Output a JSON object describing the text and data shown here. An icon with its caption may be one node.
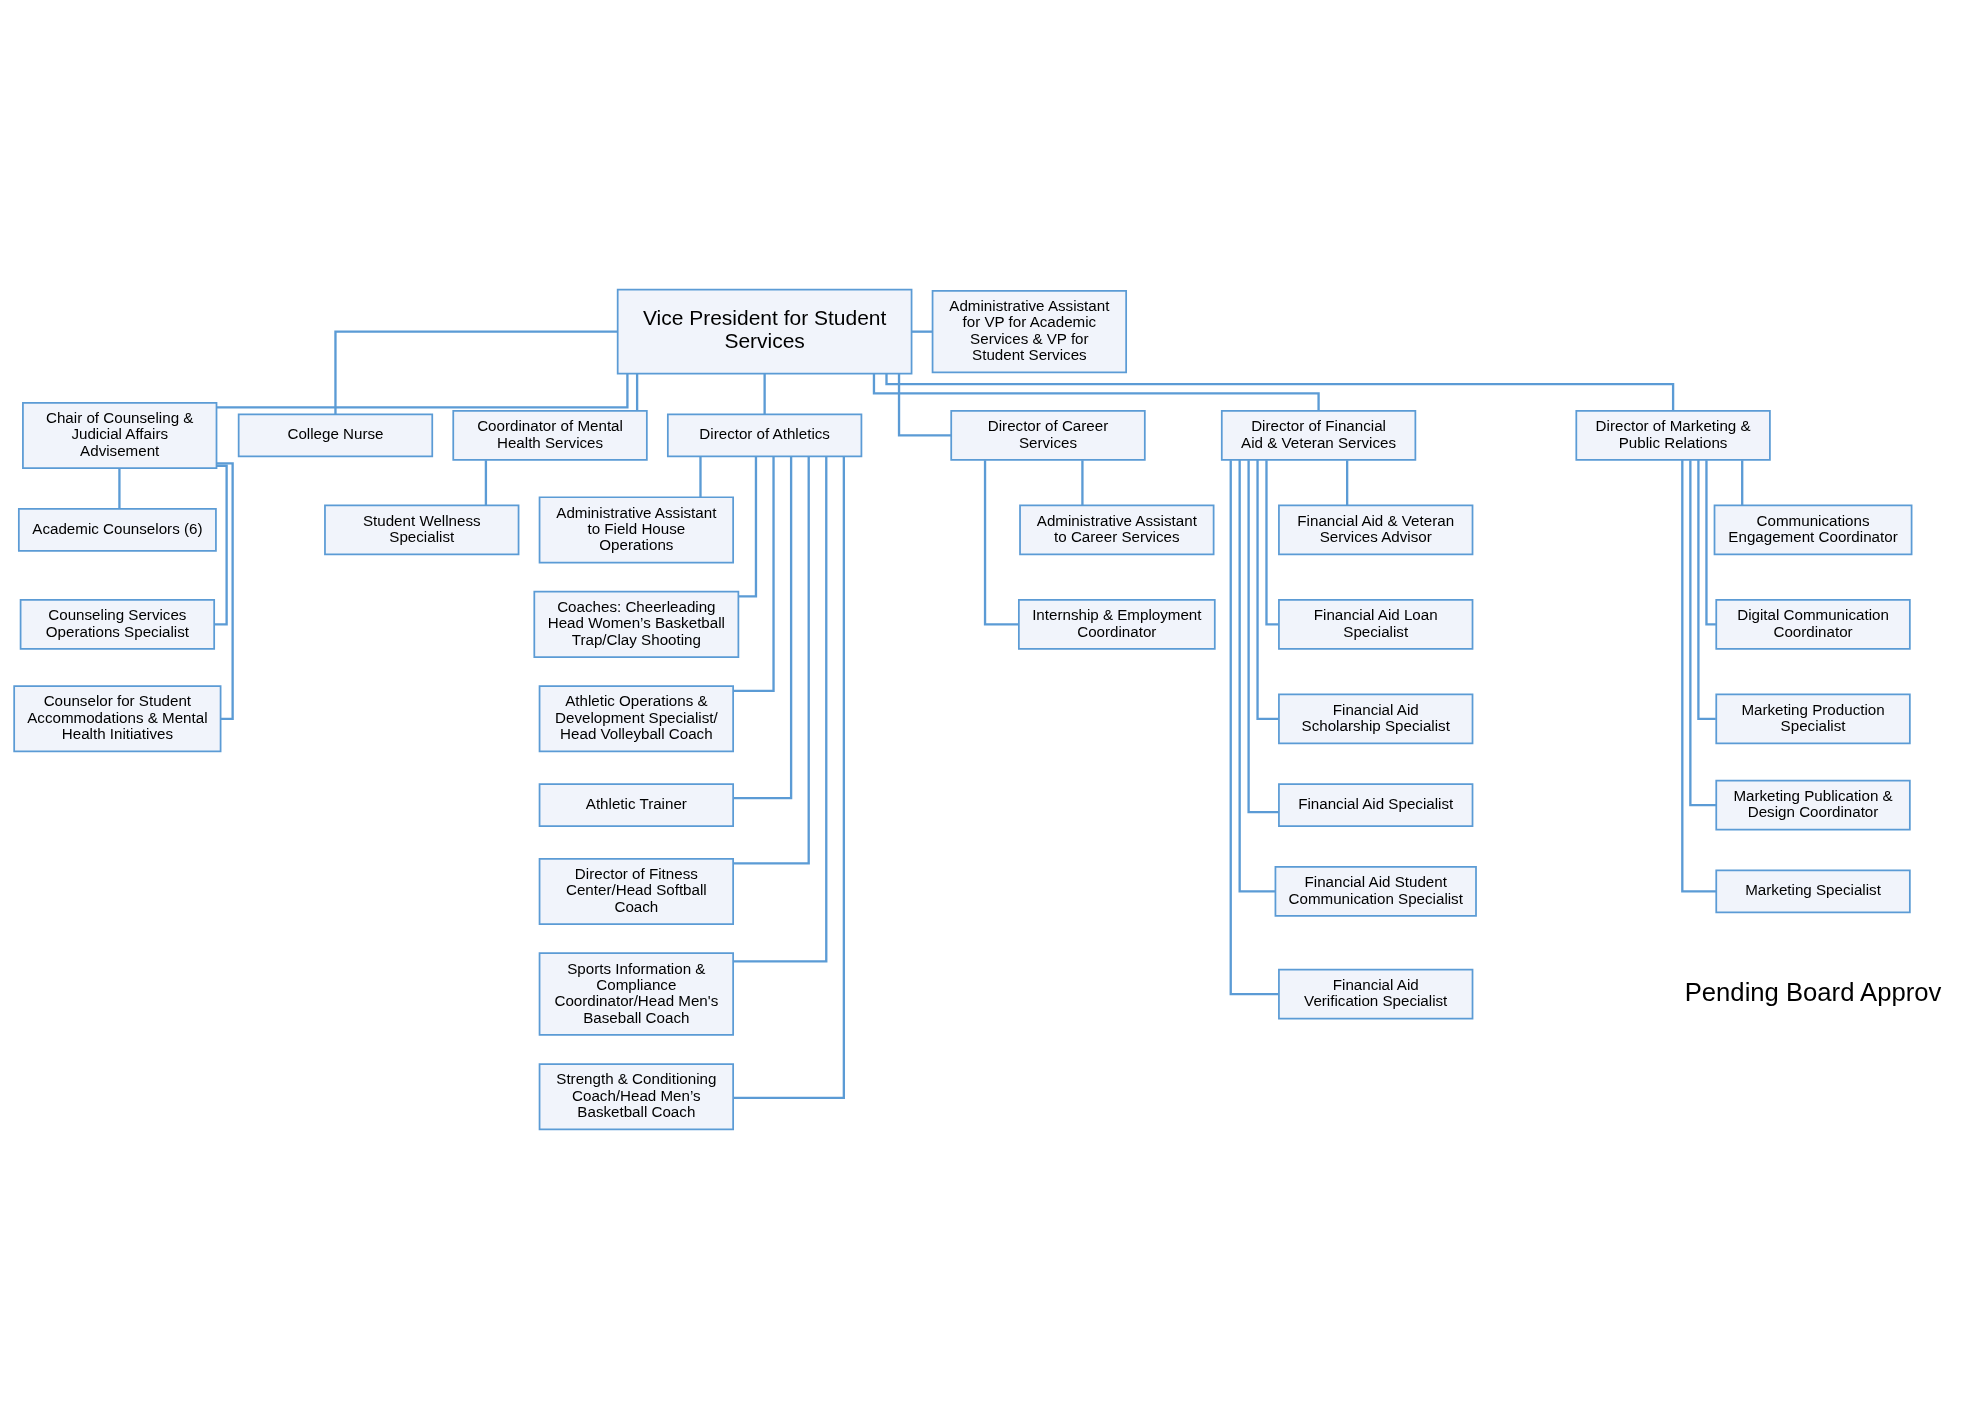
{
  "diagram": {
    "nodes": [
      {
        "text": [
          "Vice President for Student Services"
        ]
      },
      {
        "text": [
          "Administrative Assistant for VP for Academic Services & VP for Student Services"
        ]
      },
      {
        "text": [
          "Chair of Counseling & Judicial Affairs Advisement"
        ]
      },
      {
        "text": [
          "College Nurse"
        ]
      },
      {
        "text": [
          "Coordinator of Mental Health Services"
        ]
      },
      {
        "text": [
          "Director of Athletics"
        ]
      },
      {
        "text": [
          "Director of Career Services"
        ]
      },
      {
        "text": [
          "Director of Financial Aid & Veteran Services"
        ]
      },
      {
        "text": [
          "Director of Marketing & Public Relations"
        ]
      },
      {
        "text": [
          "Academic Counselors (6)"
        ]
      },
      {
        "text": [
          "Counseling Services Operations Specialist"
        ]
      },
      {
        "text": [
          "Counselor for Student Accommodations & Mental Health Initiatives"
        ]
      },
      {
        "text": [
          "Student Wellness Specialist"
        ]
      },
      {
        "text": [
          "Administrative Assistant to Field House Operations"
        ]
      },
      {
        "text": [
          "Coaches: Cheerleading Head Women’s Basketball Trap/Clay Shooting"
        ]
      },
      {
        "text": [
          "Athletic Operations & Development Specialist/ Head Volleyball Coach"
        ]
      },
      {
        "text": [
          "Athletic Trainer"
        ]
      },
      {
        "text": [
          "Director of Fitness Center/Head Softball Coach"
        ]
      },
      {
        "text": [
          "Sports Information & Compliance Coordinator/Head Men's Baseball Coach"
        ]
      },
      {
        "text": [
          "Strength & Conditioning Coach/Head Men’s Basketball Coach"
        ]
      },
      {
        "text": [
          "Administrative Assistant to Career Services"
        ]
      },
      {
        "text": [
          "Internship & Employment Coordinator"
        ]
      },
      {
        "text": [
          "Financial Aid & Veteran Services Advisor"
        ]
      },
      {
        "text": [
          "Financial Aid Loan Specialist"
        ]
      },
      {
        "text": [
          "Financial Aid Scholarship Specialist"
        ]
      },
      {
        "text": [
          "Financial Aid Specialist"
        ]
      },
      {
        "text": [
          "Financial Aid Student Communication Specialist"
        ]
      },
      {
        "text": [
          "Financial Aid Verification Specialist"
        ]
      },
      {
        "text": [
          "Communications Engagement Coordinator"
        ]
      },
      {
        "text": [
          "Digital Communication Coordinator"
        ]
      },
      {
        "text": [
          "Marketing Production Specialist"
        ]
      },
      {
        "text": [
          "Marketing Publication & Design Coordinator"
        ]
      },
      {
        "text": [
          "Marketing Specialist"
        ]
      }
    ],
    "edges": [
      {
        "from": 0,
        "to": 1,
        "arrow": "none"
      },
      {
        "from": 0,
        "to": 2,
        "arrow": "none"
      },
      {
        "from": 0,
        "to": 3,
        "arrow": "none"
      },
      {
        "from": 0,
        "to": 4,
        "arrow": "none"
      },
      {
        "from": 0,
        "to": 5,
        "arrow": "none"
      },
      {
        "from": 0,
        "to": 6,
        "arrow": "none"
      },
      {
        "from": 0,
        "to": 7,
        "arrow": "none"
      },
      {
        "from": 0,
        "to": 8,
        "arrow": "none"
      },
      {
        "from": 2,
        "to": 9,
        "arrow": "none"
      },
      {
        "from": 2,
        "to": 10,
        "arrow": "none"
      },
      {
        "from": 2,
        "to": 11,
        "arrow": "none"
      },
      {
        "from": 4,
        "to": 12,
        "arrow": "none"
      },
      {
        "from": 5,
        "to": 13,
        "arrow": "none"
      },
      {
        "from": 5,
        "to": 14,
        "arrow": "none"
      },
      {
        "from": 5,
        "to": 15,
        "arrow": "none"
      },
      {
        "from": 5,
        "to": 16,
        "arrow": "none"
      },
      {
        "from": 5,
        "to": 17,
        "arrow": "none"
      },
      {
        "from": 5,
        "to": 18,
        "arrow": "none"
      },
      {
        "from": 5,
        "to": 19,
        "arrow": "none"
      },
      {
        "from": 6,
        "to": 20,
        "arrow": "none"
      },
      {
        "from": 6,
        "to": 21,
        "arrow": "none"
      },
      {
        "from": 7,
        "to": 22,
        "arrow": "none"
      },
      {
        "from": 7,
        "to": 23,
        "arrow": "none"
      },
      {
        "from": 7,
        "to": 24,
        "arrow": "none"
      },
      {
        "from": 7,
        "to": 25,
        "arrow": "none"
      },
      {
        "from": 7,
        "to": 26,
        "arrow": "none"
      },
      {
        "from": 7,
        "to": 27,
        "arrow": "none"
      },
      {
        "from": 8,
        "to": 28,
        "arrow": "none"
      },
      {
        "from": 8,
        "to": 29,
        "arrow": "none"
      },
      {
        "from": 8,
        "to": 30,
        "arrow": "none"
      },
      {
        "from": 8,
        "to": 31,
        "arrow": "none"
      },
      {
        "from": 8,
        "to": 32,
        "arrow": "none"
      }
    ],
    "labels": [
      "Pending Board Approv"
    ]
  }
}
